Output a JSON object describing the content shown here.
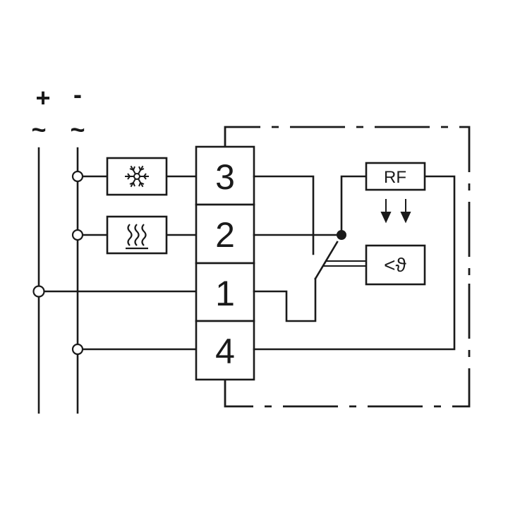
{
  "supply": {
    "plus": "+",
    "minus": "-",
    "ac_left": "~",
    "ac_right": "~"
  },
  "terminals": {
    "t3": "3",
    "t2": "2",
    "t1": "1",
    "t4": "4"
  },
  "rf_module": {
    "label": "RF"
  },
  "sensor": {
    "label": "<ϑ"
  },
  "icons": {
    "cooling": "snowflake-icon",
    "heating": "heat-waves-icon",
    "rf_arrows": "down-arrows-icon"
  }
}
